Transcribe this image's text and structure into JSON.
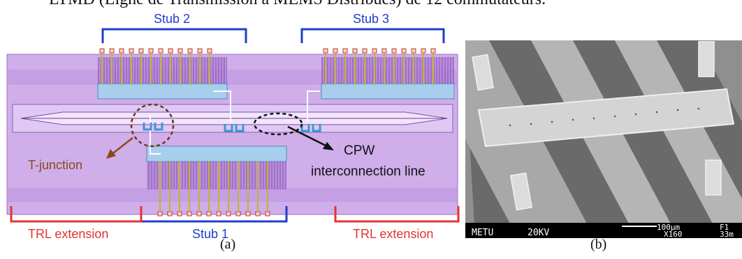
{
  "page": {
    "top_caption": "LTMD (Ligne de Transmission à MEMS Distribués) de 12 commutateurs."
  },
  "figure_a": {
    "stub2_label": "Stub 2",
    "stub3_label": "Stub 3",
    "stub1_label": "Stub 1",
    "tjunction_label": "T-junction",
    "cpw_label_line1": "CPW",
    "cpw_label_line2": "interconnection line",
    "trl_left_label": "TRL extension",
    "trl_right_label": "TRL extension",
    "caption": "(a)",
    "colors": {
      "board": "#c9a8e6",
      "stub_bracket": "#1f3fc8",
      "trl_bracket": "#e23333",
      "tjunction_text": "#8a4b1a"
    }
  },
  "figure_b": {
    "sem_lab": "METU",
    "sem_kv": "20KV",
    "sem_scale": "100μm",
    "sem_mag": "X160",
    "sem_frame": "F1",
    "sem_extra": "33m",
    "caption": "(b)"
  }
}
